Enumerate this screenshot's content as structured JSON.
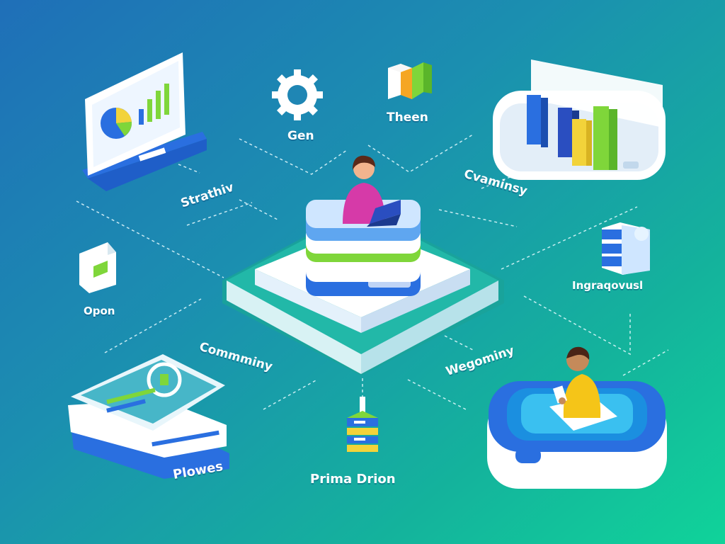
{
  "labels": {
    "gen": "Gen",
    "theen": "Theen",
    "strathiv": "Strathiv",
    "cvaminsy": "Cvaminsy",
    "opon": "Opon",
    "ingraqovusl": "Ingraqovusl",
    "commminy": "Commminy",
    "wegominy": "Wegominy",
    "plowes": "Plowes",
    "prima_drion": "Prima Drion"
  },
  "colors": {
    "bg_start": "#1f6fb8",
    "bg_end": "#10d39a",
    "blue": "#2a6fe0",
    "green": "#7fd63a",
    "yellow": "#f2d33a",
    "magenta": "#d63aa8",
    "white": "#ffffff"
  },
  "icons": [
    "monitor-pie-chart-icon",
    "gear-icon",
    "color-blocks-icon",
    "bar-chart-tray-icon",
    "person-laptop-icon",
    "document-green-icon",
    "stacked-box-icon",
    "person-reading-icon",
    "server-tower-icon",
    "dashboard-panel-icon"
  ]
}
